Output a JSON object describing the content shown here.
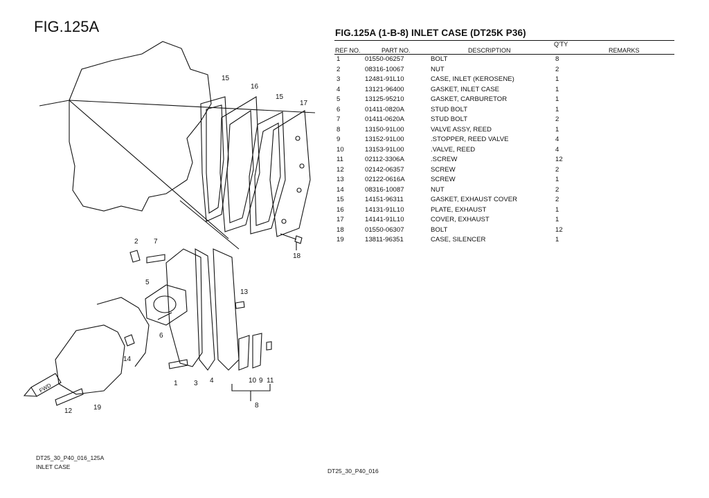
{
  "figure_label": "FIG.125A",
  "parts_title": "FIG.125A (1-B-8) INLET CASE (DT25K P36)",
  "headers": {
    "ref_no": "REF NO.",
    "part_no": "PART NO.",
    "description": "DESCRIPTION",
    "qty": "Q'TY",
    "remarks": "REMARKS"
  },
  "parts": [
    {
      "ref": "1",
      "part": "01550-06257",
      "desc": "BOLT",
      "qty": "8"
    },
    {
      "ref": "2",
      "part": "08316-10067",
      "desc": "NUT",
      "qty": "2"
    },
    {
      "ref": "3",
      "part": "12481-91L10",
      "desc": "CASE, INLET (KEROSENE)",
      "qty": "1"
    },
    {
      "ref": "4",
      "part": "13121-96400",
      "desc": "GASKET, INLET CASE",
      "qty": "1"
    },
    {
      "ref": "5",
      "part": "13125-95210",
      "desc": "GASKET, CARBURETOR",
      "qty": "1"
    },
    {
      "ref": "6",
      "part": "01411-0820A",
      "desc": "STUD BOLT",
      "qty": "1"
    },
    {
      "ref": "7",
      "part": "01411-0620A",
      "desc": "STUD BOLT",
      "qty": "2"
    },
    {
      "ref": "8",
      "part": "13150-91L00",
      "desc": "VALVE ASSY, REED",
      "qty": "1"
    },
    {
      "ref": "9",
      "part": "13152-91L00",
      "desc": ".STOPPER, REED VALVE",
      "qty": "4"
    },
    {
      "ref": "10",
      "part": "13153-91L00",
      "desc": ".VALVE, REED",
      "qty": "4"
    },
    {
      "ref": "11",
      "part": "02112-3306A",
      "desc": ".SCREW",
      "qty": "12"
    },
    {
      "ref": "12",
      "part": "02142-06357",
      "desc": "SCREW",
      "qty": "2"
    },
    {
      "ref": "13",
      "part": "02122-0616A",
      "desc": "SCREW",
      "qty": "1"
    },
    {
      "ref": "14",
      "part": "08316-10087",
      "desc": "NUT",
      "qty": "2"
    },
    {
      "ref": "15",
      "part": "14151-96311",
      "desc": "GASKET, EXHAUST COVER",
      "qty": "2"
    },
    {
      "ref": "16",
      "part": "14131-91L10",
      "desc": "PLATE, EXHAUST",
      "qty": "1"
    },
    {
      "ref": "17",
      "part": "14141-91L10",
      "desc": "COVER, EXHAUST",
      "qty": "1"
    },
    {
      "ref": "18",
      "part": "01550-06307",
      "desc": "BOLT",
      "qty": "12"
    },
    {
      "ref": "19",
      "part": "13811-96351",
      "desc": "CASE, SILENCER",
      "qty": "1"
    }
  ],
  "callouts": {
    "c15a": "15",
    "c16": "16",
    "c15b": "15",
    "c17": "17",
    "c18": "18",
    "c2": "2",
    "c7": "7",
    "c5": "5",
    "c13": "13",
    "c6": "6",
    "c14": "14",
    "c1": "1",
    "c3": "3",
    "c4": "4",
    "c10": "10",
    "c9": "9",
    "c11": "11",
    "c8": "8",
    "c12": "12",
    "c19": "19",
    "fwd": "FWD"
  },
  "footer": {
    "code": "DT25_30_P40_016_125A",
    "name": "INLET CASE",
    "page": "DT25_30_P40_016"
  }
}
